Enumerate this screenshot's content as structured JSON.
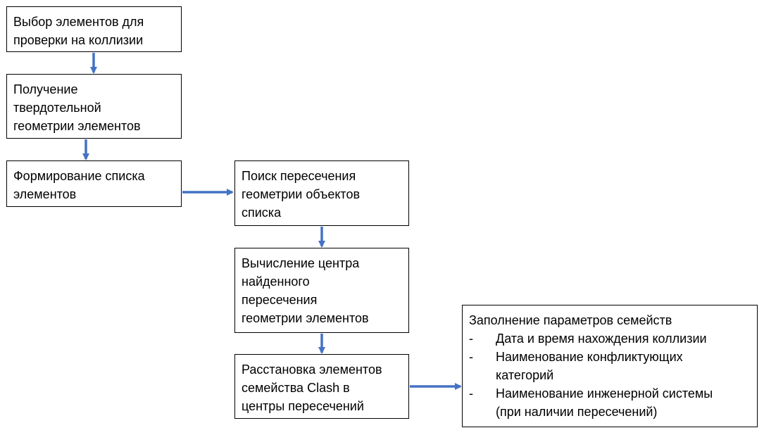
{
  "steps": [
    {
      "id": "select",
      "lines": [
        "Выбор элементов для",
        "проверки на коллизии"
      ]
    },
    {
      "id": "geometry",
      "lines": [
        "Получение",
        "твердотельной",
        "геометрии элементов"
      ]
    },
    {
      "id": "list",
      "lines": [
        "Формирование списка",
        "элементов"
      ]
    },
    {
      "id": "intersect",
      "lines": [
        "Поиск пересечения",
        "геометрии объектов",
        "списка"
      ]
    },
    {
      "id": "center",
      "lines": [
        "Вычисление центра",
        "найденного",
        "пересечения",
        "геометрии элементов"
      ]
    },
    {
      "id": "place",
      "lines": [
        "Расстановка элементов",
        "семейства Clash в",
        "центры пересечений"
      ]
    }
  ],
  "params_box": {
    "title": "Заполнение параметров семейств",
    "bullet_marker": "-",
    "items": [
      {
        "lines": [
          "Дата и время нахождения коллизии"
        ]
      },
      {
        "lines": [
          "Наименование конфликтующих",
          "категорий"
        ]
      },
      {
        "lines": [
          "Наименование инженерной системы",
          "(при наличии пересечений)"
        ]
      }
    ]
  },
  "colors": {
    "arrow": "#4472C4",
    "border": "#000000"
  }
}
